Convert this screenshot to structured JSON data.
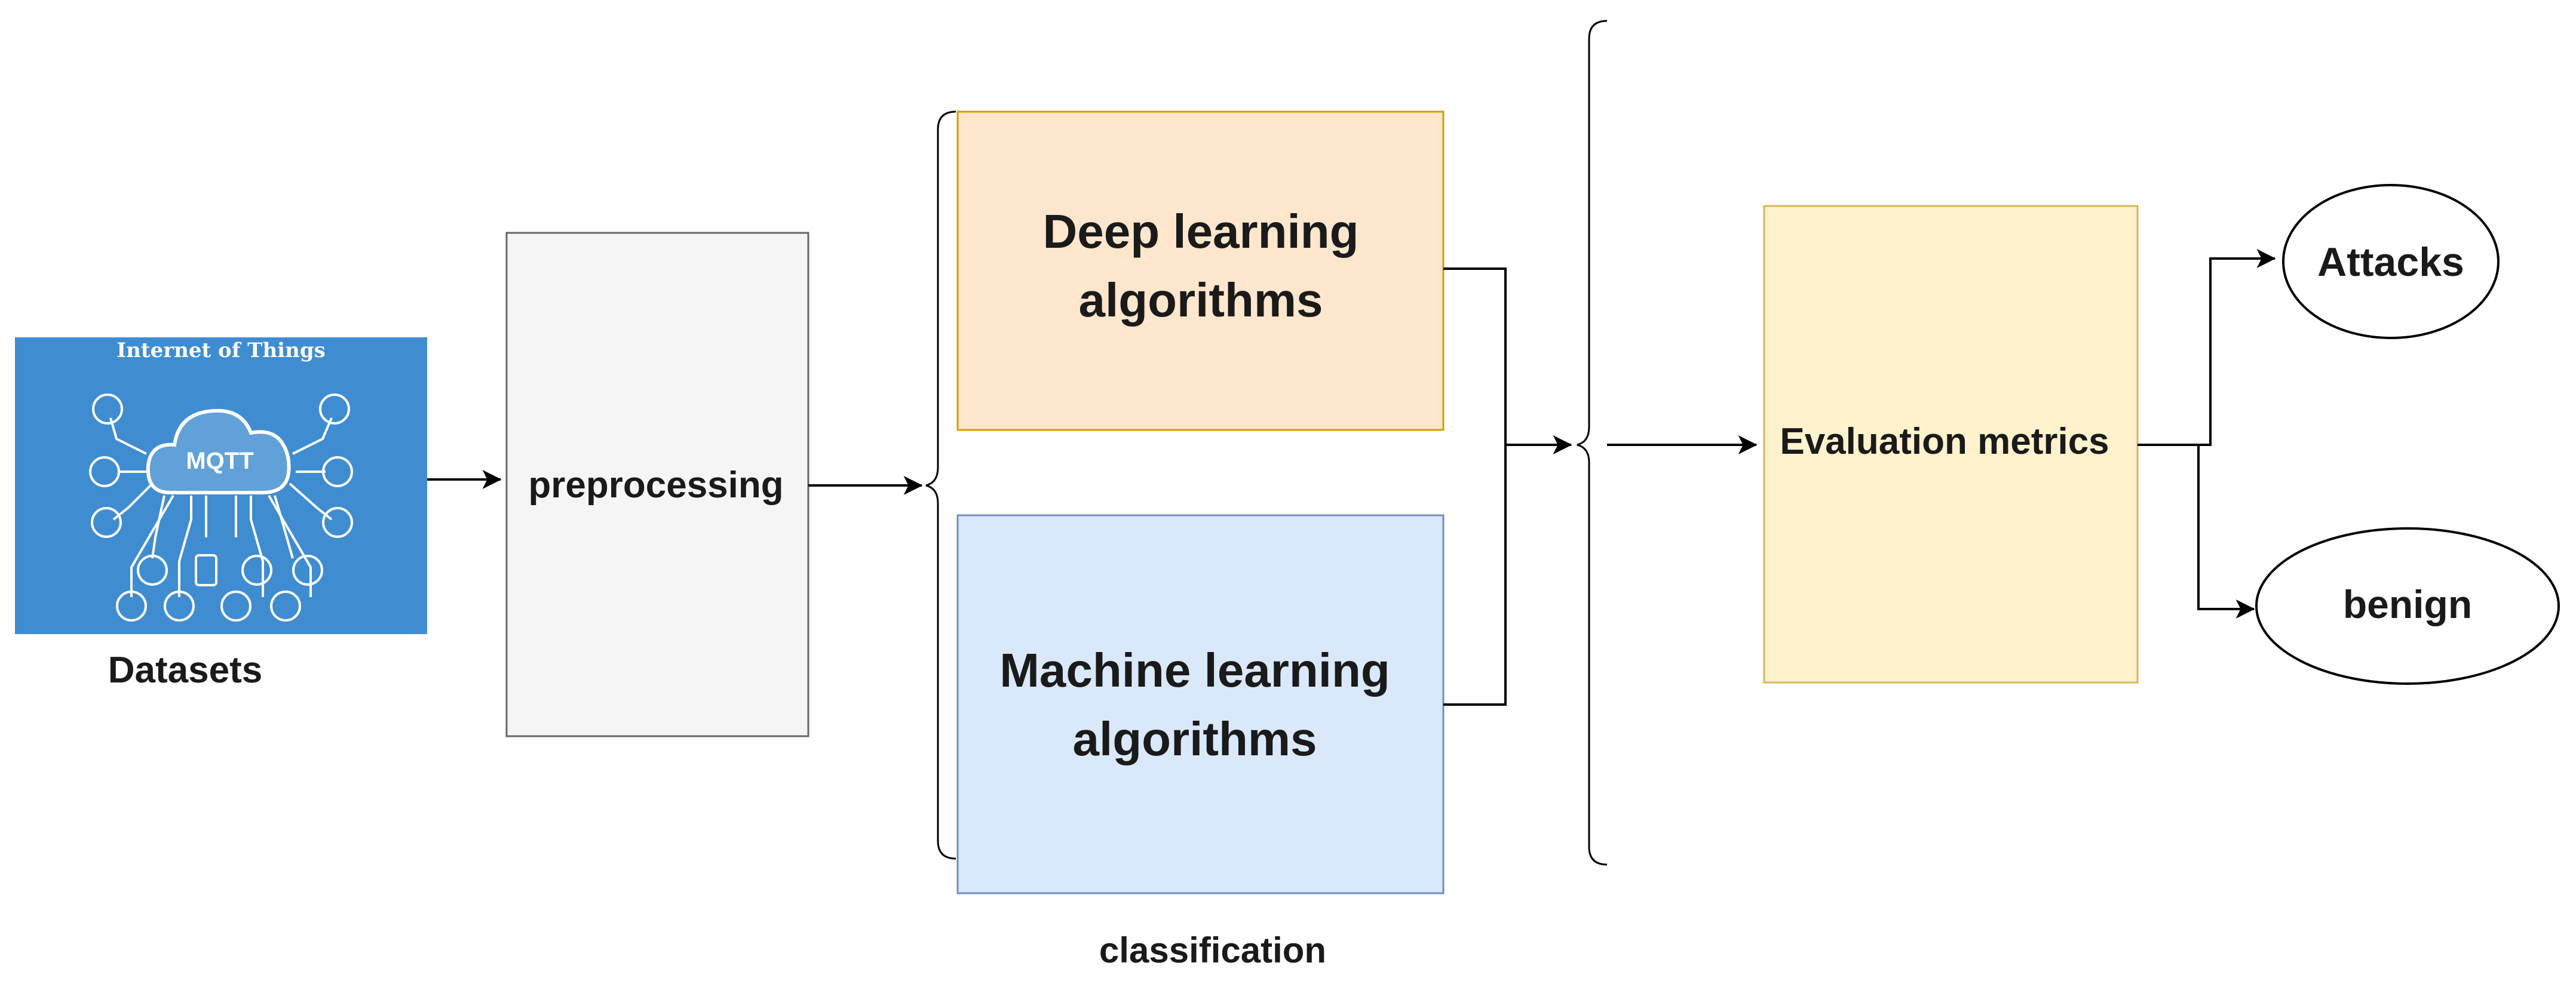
{
  "diagram": {
    "iot_image": {
      "title": "Internet of Things",
      "cloud_label": "MQTT",
      "bg_color": "#3f8dd0"
    },
    "datasets_label": "Datasets",
    "preprocessing_label": "preprocessing",
    "deep_learning_label_line1": "Deep learning",
    "deep_learning_label_line2": "algorithms",
    "machine_learning_label_line1": "Machine learning",
    "machine_learning_label_line2": "algorithms",
    "classification_label": "classification",
    "evaluation_label": "Evaluation metrics",
    "attacks_label": "Attacks",
    "benign_label": "benign",
    "colors": {
      "preprocessing_fill": "#f5f5f5",
      "deep_learning_fill": "#ffe6cc",
      "deep_learning_stroke": "#d79b00",
      "machine_learning_fill": "#dae8fc",
      "machine_learning_stroke": "#6c8ebf",
      "evaluation_fill": "#fff2cc",
      "evaluation_stroke": "#d6b656"
    }
  }
}
